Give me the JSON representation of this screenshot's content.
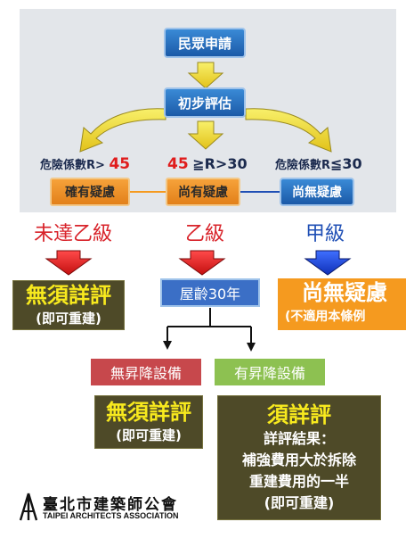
{
  "flow": {
    "start": "民眾申請",
    "prelim": "初步評估",
    "crit_left_label": "危險係數R>",
    "crit_left_value": "45",
    "crit_mid_value": "45",
    "crit_mid_op": "≧R>30",
    "crit_right_label": "危險係數R",
    "crit_right_op": "≦30",
    "box_left": "確有疑慮",
    "box_mid": "尚有疑慮",
    "box_right": "尚無疑慮",
    "grade_left": "未達乙級",
    "grade_mid": "乙級",
    "grade_right": "甲級",
    "result_left_title": "無須詳評",
    "result_left_sub": "(即可重建)",
    "age_box": "屋齡30年",
    "result_right_title": "尚無疑慮",
    "result_right_sub": "(不適用本條例",
    "no_equip": "無昇降設備",
    "has_equip": "有昇降設備",
    "result_noequip_title": "無須詳評",
    "result_noequip_sub": "(即可重建)",
    "detail_title": "須詳評",
    "detail_line1": "詳評結果：",
    "detail_line2": "補強費用大於拆除",
    "detail_line3": "重建費用的一半",
    "detail_line4": "(即可重建)"
  },
  "logo": {
    "name_zh": "臺北市建築師公會",
    "name_en": "TAIPEI ARCHITECTS ASSOCIATION"
  },
  "colors": {
    "red": "#d8232a",
    "blue": "#1f4fb5",
    "orange": "#f59a1f",
    "olive": "#4e4a28",
    "yellow": "#f8ea1e"
  }
}
